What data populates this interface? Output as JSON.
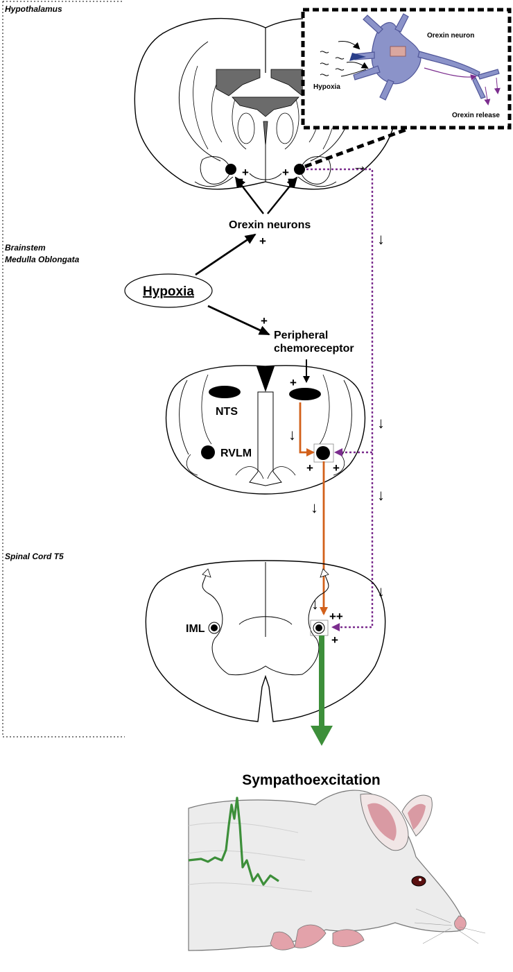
{
  "sections": {
    "hypothalamus": "Hypothalamus",
    "brainstem_line1": "Brainstem",
    "brainstem_line2": "Medulla Oblongata",
    "spinal": "Spinal Cord T5"
  },
  "inset": {
    "neuron_label": "Orexin neuron",
    "hypoxia_label": "Hypoxia",
    "release_label": "Orexin release"
  },
  "labels": {
    "orexin_neurons": "Orexin neurons",
    "hypoxia": "Hypoxia",
    "peripheral_line1": "Peripheral",
    "peripheral_line2": "chemoreceptor",
    "nts": "NTS",
    "rvlm": "RVLM",
    "iml": "IML",
    "sympathoexcitation": "Sympathoexcitation"
  },
  "signs": {
    "plus": "+",
    "double_plus": "++",
    "down_arrow": "↓",
    "right_arrow": "→"
  },
  "colors": {
    "orexin_pathway": "#7b2d8e",
    "bulbospinal_pathway": "#d2601a",
    "sympathetic_output": "#3d8f3a",
    "neuron": "#8b93c9",
    "gray_matter": "#6b6b6b"
  }
}
